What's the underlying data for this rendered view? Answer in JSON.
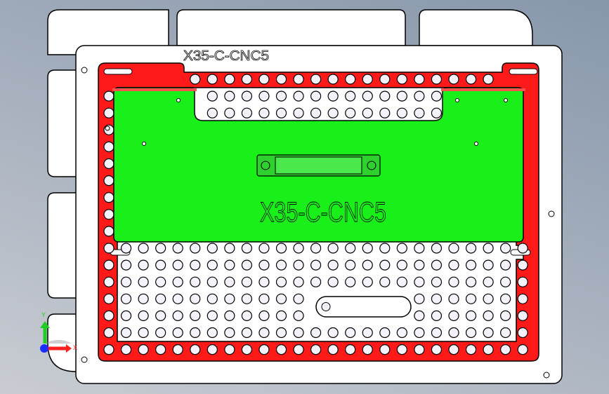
{
  "part": {
    "engraved_top_label": "X35-C-CNC5",
    "engraved_plate_label": "X35-C-CNC5"
  },
  "triad": {
    "x_label": "X",
    "y_label": "Y"
  },
  "colors": {
    "frame": "#ff1a1a",
    "plate": "#19f019",
    "body": "#ffffff",
    "hole_fill": "#f6f2fb",
    "x_axis": "#ff2020",
    "y_axis": "#22cc22",
    "z_axis": "#1a2cff"
  }
}
